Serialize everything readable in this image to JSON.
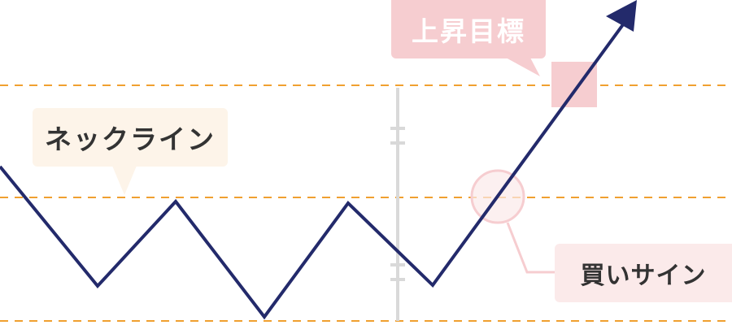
{
  "labels": {
    "neckline": "ネックライン",
    "upside_target": "上昇目標",
    "buy_signal": "買いサイン"
  },
  "colors": {
    "price_line": "#232a6b",
    "dashed_line": "#f0a030",
    "neckline_bg": "#fdf4e9",
    "pink": "#f6cdd0",
    "pink_light": "#fbeaea",
    "divider": "#d9d9d9",
    "text": "#333333"
  }
}
